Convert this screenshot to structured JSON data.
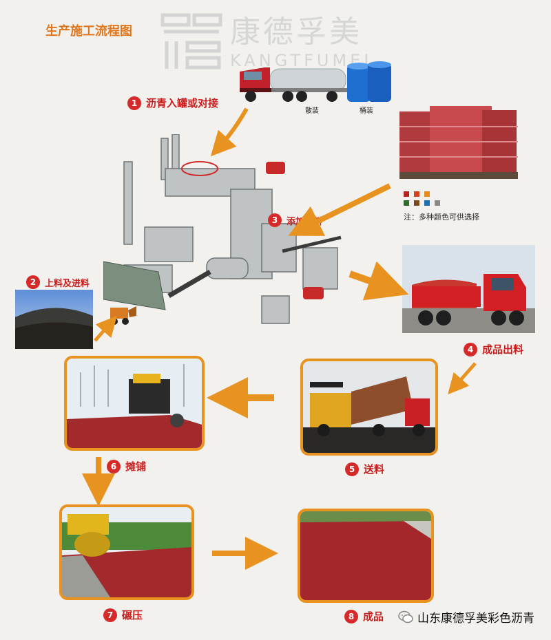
{
  "title": "生产施工流程图",
  "brand": {
    "name_cn": "康德孚美",
    "name_en": "KANGTFUMEI"
  },
  "steps": [
    {
      "num": "1",
      "label": "沥青入罐或对接"
    },
    {
      "num": "2",
      "label": "上料及进料"
    },
    {
      "num": "3",
      "label": "添加颜料"
    },
    {
      "num": "4",
      "label": "成品出料"
    },
    {
      "num": "5",
      "label": "送料"
    },
    {
      "num": "6",
      "label": "摊铺"
    },
    {
      "num": "7",
      "label": "碾压"
    },
    {
      "num": "8",
      "label": "成品"
    }
  ],
  "packaging": {
    "bulk": "散装",
    "barrel": "桶装"
  },
  "pigment_note": "注：多种颜色可供选择",
  "pigment_colors": [
    "#b8241e",
    "#d2441e",
    "#e58a1c",
    "#2f6d2e",
    "#7a4b1f",
    "#1f6fb3",
    "#3a3a3a",
    "#8a8a8a"
  ],
  "watermark": "山东康德孚美彩色沥青",
  "colors": {
    "accent": "#e8921f",
    "step_red": "#d62a2a",
    "pavement_red": "#a22a2c"
  }
}
